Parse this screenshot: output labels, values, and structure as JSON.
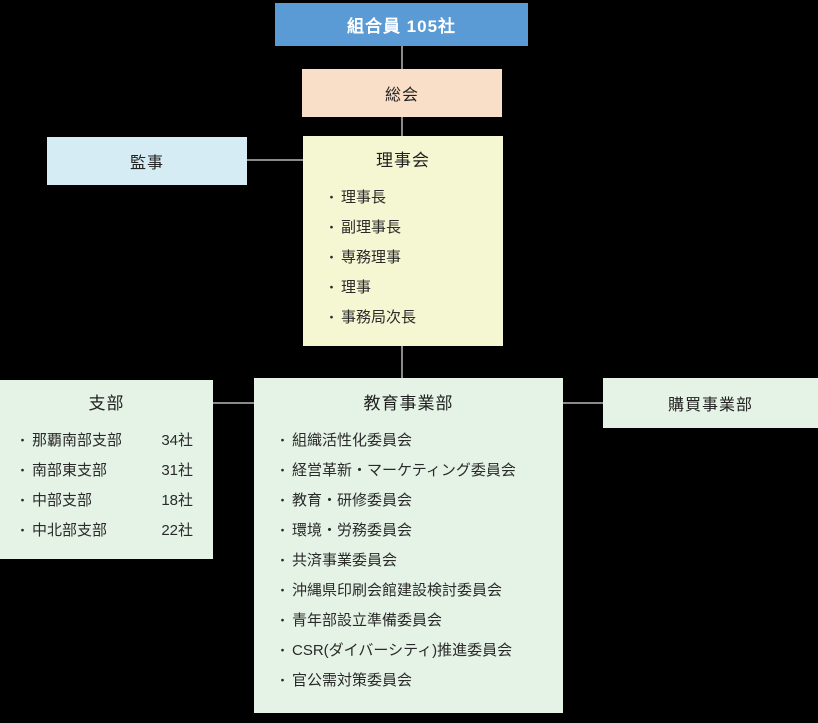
{
  "bullet": "・",
  "colors": {
    "background": "#000000",
    "members_box": "#5B9BD5",
    "assembly_box": "#FADFC8",
    "auditors_box": "#D6ECF5",
    "board_box": "#F5F6D2",
    "division_box": "#E5F3E6",
    "connector_line": "#8A8A8A",
    "members_text": "#FFFFFF",
    "text": "#222222"
  },
  "chart": {
    "members": {
      "label": "組合員 105社"
    },
    "general_assembly": {
      "label": "総会"
    },
    "auditors": {
      "label": "監事"
    },
    "board": {
      "title": "理事会",
      "items": [
        "理事長",
        "副理事長",
        "専務理事",
        "理事",
        "事務局次長"
      ]
    },
    "branches": {
      "title": "支部",
      "items": [
        {
          "name": "那覇南部支部",
          "count": "34社"
        },
        {
          "name": "南部東支部",
          "count": "31社"
        },
        {
          "name": "中部支部",
          "count": "18社"
        },
        {
          "name": "中北部支部",
          "count": "22社"
        }
      ]
    },
    "education_division": {
      "title": "教育事業部",
      "items": [
        "組織活性化委員会",
        "経営革新・マーケティング委員会",
        "教育・研修委員会",
        "環境・労務委員会",
        "共済事業委員会",
        "沖縄県印刷会館建設検討委員会",
        "青年部設立準備委員会",
        "CSR(ダイバーシティ)推進委員会",
        "官公需対策委員会"
      ]
    },
    "purchasing_division": {
      "label": "購買事業部"
    }
  }
}
